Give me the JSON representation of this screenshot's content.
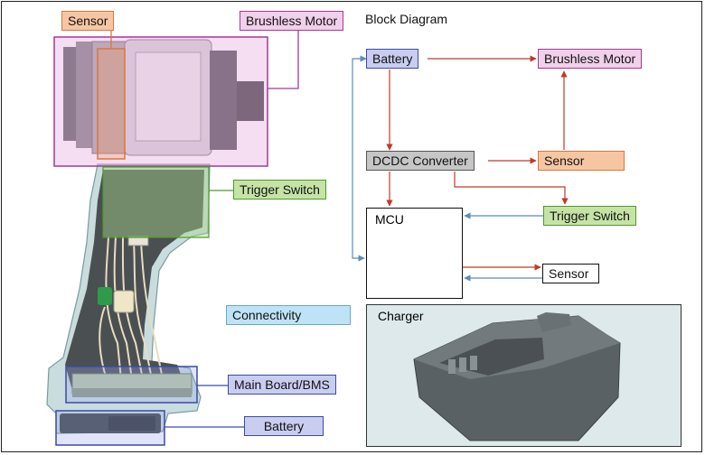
{
  "diagram_title": "Block Diagram",
  "drill_callouts": {
    "sensor": "Sensor",
    "brushless_motor": "Brushless Motor",
    "trigger_switch": "Trigger Switch",
    "connectivity": "Connectivity",
    "main_board": "Main Board/BMS",
    "battery": "Battery"
  },
  "block_diagram": {
    "battery": "Battery",
    "brushless_motor": "Brushless Motor",
    "dcdc_converter": "DCDC Converter",
    "sensor_motor": "Sensor",
    "mcu": "MCU",
    "trigger_switch": "Trigger Switch",
    "sensor_mcu": "Sensor",
    "charger": "Charger"
  },
  "colors": {
    "power_arrow": "#c0392b",
    "signal_arrow": "#5b8bbf",
    "sensor_fill": "#f6c6a3",
    "motor_fill": "#f1d0ea",
    "battery_fill": "#c9cdf0",
    "trigger_fill": "#c6e3a6",
    "connectivity_fill": "#bfe3f6"
  }
}
